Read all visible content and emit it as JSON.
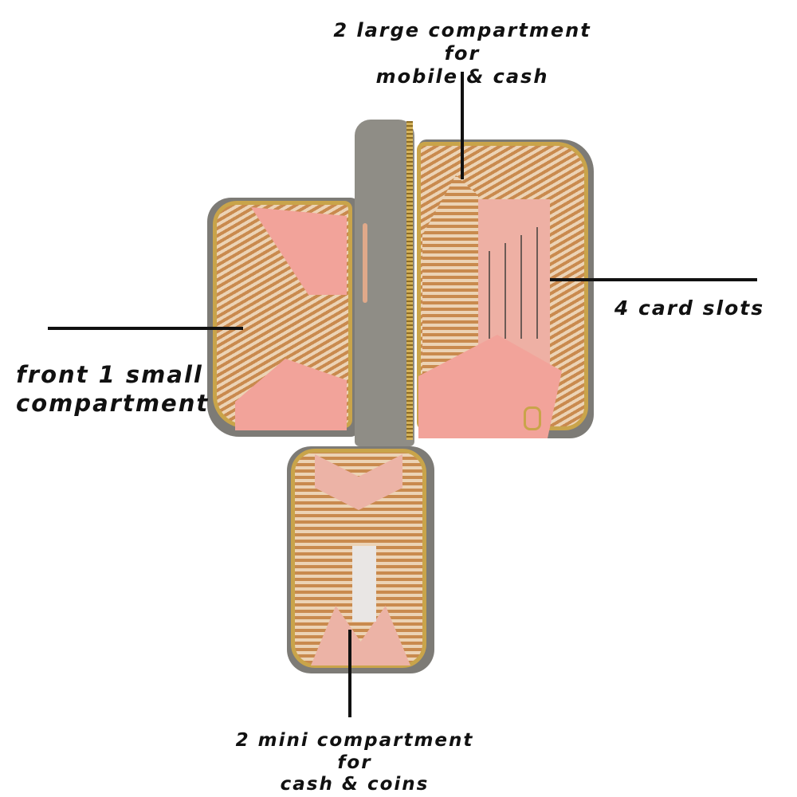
{
  "image": {
    "subject": "open zip-around wallet with gray exterior, gold zippers, striped lining and pink pockets",
    "colors": {
      "exterior": "#7d7b76",
      "zipper": "#c9a44a",
      "lining_stripe_dark": "#c98a4e",
      "lining_stripe_light": "#ecd3b5",
      "pocket_pink": "#f2a39a",
      "text": "#111111",
      "background": "#ffffff"
    }
  },
  "callouts": {
    "top": {
      "line1": "2 large compartment for",
      "line2": "mobile & cash"
    },
    "left": {
      "line1": "front 1 small",
      "line2": "compartment"
    },
    "right": {
      "line1": "4 card slots"
    },
    "bottom": {
      "line1": "2 mini compartment for",
      "line2": "cash & coins"
    }
  }
}
